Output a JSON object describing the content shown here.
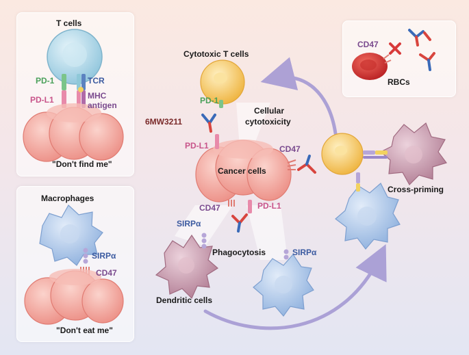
{
  "tcell_panel": {
    "title": "T cells",
    "pd1": "PD-1",
    "pdl1": "PD-L1",
    "tcr": "TCR",
    "mhc_line1": "MHC",
    "mhc_line2": "antigen",
    "caption": "\"Don't find me\""
  },
  "macro_panel": {
    "title": "Macrophages",
    "sirpa": "SIRPα",
    "cd47": "CD47",
    "caption": "\"Don't eat me\""
  },
  "rbc_panel": {
    "cd47": "CD47",
    "title": "RBCs"
  },
  "main": {
    "cytotoxic_t_cells": "Cytotoxic T cells",
    "pd1": "PD-1",
    "cellular_line1": "Cellular",
    "cellular_line2": "cytotoxicity",
    "antibody": "6MW3211",
    "pdl1_left": "PD-L1",
    "cd47_right": "CD47",
    "cancer_cells": "Cancer cells",
    "cd47_bottom": "CD47",
    "pdl1_bottom": "PD-L1",
    "sirpa_left": "SIRPα",
    "phagocytosis": "Phagocytosis",
    "sirpa_right": "SIRPα",
    "dendritic_cells": "Dendritic cells",
    "cross_priming": "Cross-priming"
  },
  "colors": {
    "cancer": "#f2a8a0",
    "tcell_blue": "#a9d4e6",
    "macrophage_blue": "#a8c4e8",
    "dendritic": "#c79aae",
    "cytotoxic_yellow": "#f3c25a",
    "rbc_red": "#d83a3a",
    "antibody_red": "#d8453e",
    "antibody_blue": "#3a6ab8",
    "arrow_purple": "#a59ad4"
  }
}
